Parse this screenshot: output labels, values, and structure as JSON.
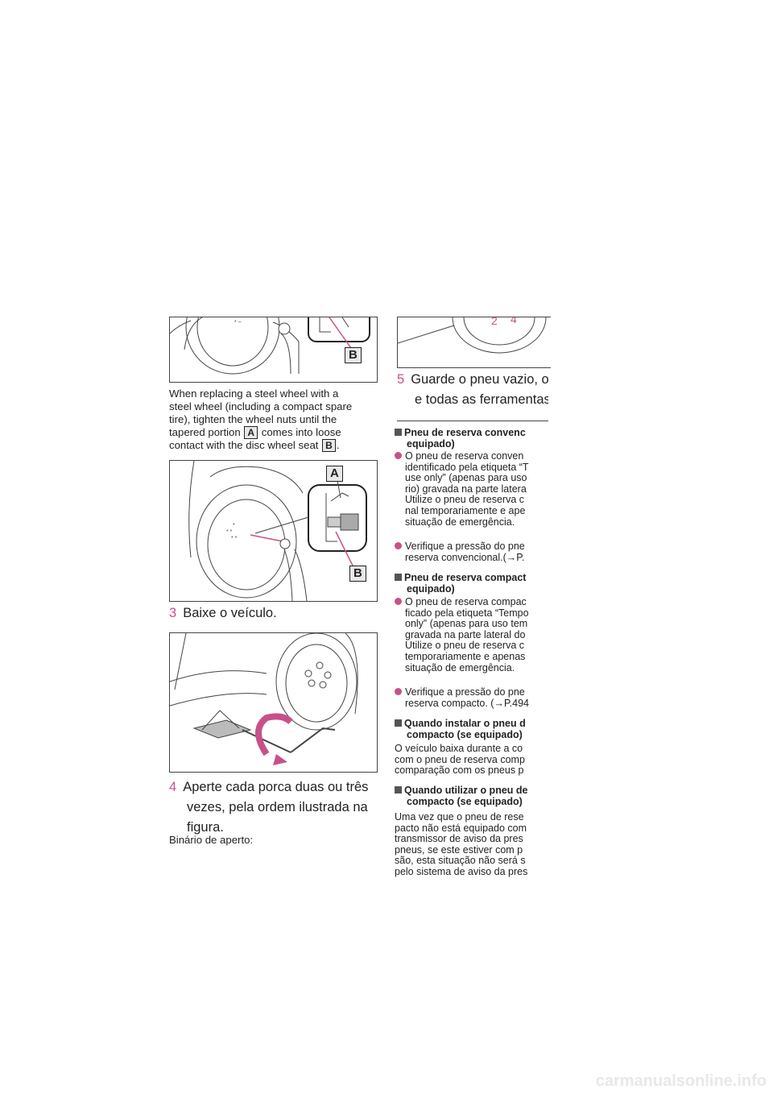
{
  "figure1": {
    "label_b": "B"
  },
  "caption": {
    "line1": "When replacing a steel wheel with a",
    "line2": "steel wheel (including a compact spare",
    "line3": "tire), tighten the wheel nuts until the",
    "line4a": "tapered portion",
    "label_a": "A",
    "line4b": "comes into loose",
    "line5a": "contact with the disc wheel seat",
    "label_b": "B",
    "line5b": "."
  },
  "figure2": {
    "label_a": "A",
    "label_b": "B"
  },
  "step3": {
    "num": "3",
    "text": "Baixe o veículo."
  },
  "step4": {
    "num": "4",
    "line1": "Aperte cada porca duas ou três",
    "line2": "vezes, pela ordem ilustrada na",
    "line3": "figura."
  },
  "torque_label": "Binário de aperto:",
  "step5": {
    "num": "5",
    "line1": "Guarde o pneu vazio, o",
    "line2": "e todas as ferramentas"
  },
  "right": {
    "s1_h1": "Pneu de reserva convenc",
    "s1_h2": "equipado)",
    "s1_b1": [
      "O pneu de reserva conven",
      "identificado pela etiqueta “T",
      "use only” (apenas para uso",
      "rio) gravada na parte latera",
      "Utilize o pneu de reserva c",
      "nal temporariamente e ape",
      "situação de emergência."
    ],
    "s1_b2": [
      "Verifique a pressão do pne",
      "reserva convencional.(→P."
    ],
    "s2_h1": "Pneu de reserva compact",
    "s2_h2": "equipado)",
    "s2_b1": [
      "O pneu de reserva compac",
      "ficado pela etiqueta “Tempo",
      "only” (apenas para uso tem",
      "gravada na parte lateral do",
      "Utilize o pneu de reserva c",
      "temporariamente e apenas",
      "situação de emergência."
    ],
    "s2_b2": [
      "Verifique a pressão do pne",
      "reserva compacto. (→P.494"
    ],
    "s3_h1": "Quando instalar o pneu d",
    "s3_h2": "compacto (se equipado)",
    "s3_t": [
      "O veículo baixa durante a co",
      "com o pneu de reserva comp",
      "comparação com os pneus p"
    ],
    "s4_h1": "Quando utilizar o pneu de",
    "s4_h2": "compacto (se equipado)",
    "s4_t": [
      "Uma vez que o pneu de rese",
      "pacto não está equipado com",
      "transmissor de aviso da pres",
      "pneus, se este estiver com p",
      "são, esta situação não será s",
      "pelo sistema de aviso da pres"
    ]
  },
  "footer": "carmanualsonline.info",
  "colors": {
    "accent": "#c8508a",
    "text": "#222222",
    "line": "#444444"
  }
}
